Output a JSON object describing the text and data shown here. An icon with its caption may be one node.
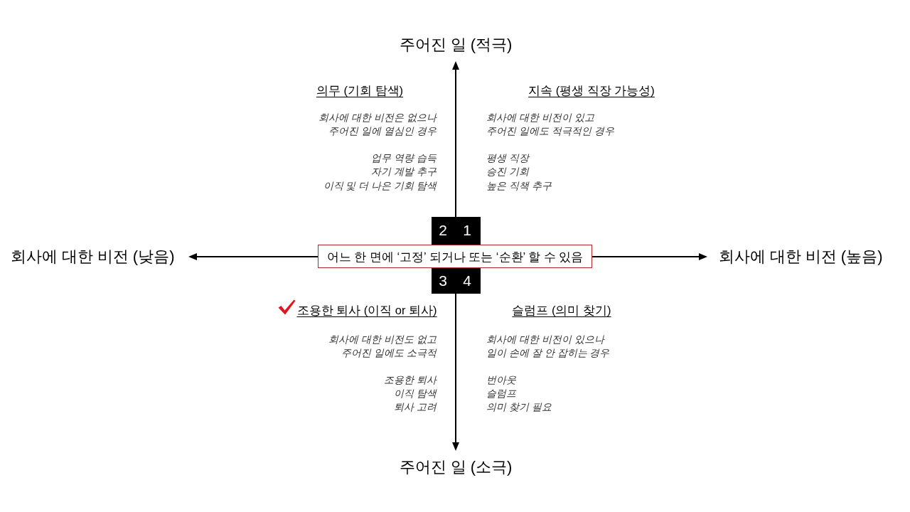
{
  "diagram": {
    "nodes": [
      {
        "text": [
          "2",
          "1"
        ]
      },
      {
        "text": [
          "어느 한 면에 ‘고정’ 되거나 또는 ‘순환’ 할 수 있음"
        ]
      },
      {
        "text": [
          "3",
          "4"
        ]
      }
    ],
    "labels": [
      "주어진 일 (적극)",
      "의무 (기회 탐색)",
      "회사에 대한 비전은 없으나 주어진 일에 열심인 경우",
      "업무 역량 습득",
      "자기 계발 추구",
      "이직 및 더 나은 기회 탐색",
      "지속 (평생 직장 가능성)",
      "회사에 대한 비전이 있고 주어진 일에도 적극적인 경우",
      "평생 직장",
      "승진 기회",
      "높은 직책 추구",
      "회사에 대한 비전 (낮음)",
      "회사에 대한 비전 (높음)",
      "조용한 퇴사 (이직 or 퇴사)",
      "회사에 대한 비전도 없고 주어진 일에도 소극적",
      "조용한 퇴사",
      "이직 탐색",
      "퇴사 고려",
      "슬럼프 (의미 찾기)",
      "회사에 대한 비전이 있으나 일이 손에 잘 안 잡히는 경우",
      "번아웃",
      "슬럼프",
      "의미 찾기 필요",
      "주어진 일 (소극)"
    ]
  }
}
